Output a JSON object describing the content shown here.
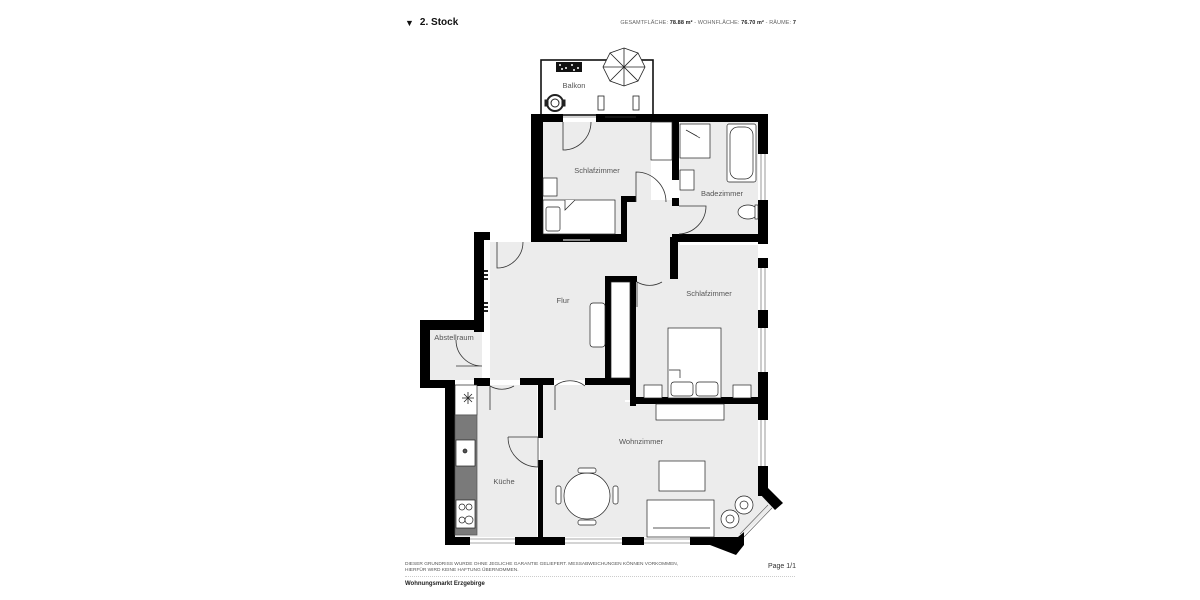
{
  "header": {
    "toggle_icon": "▼",
    "title": "2. Stock",
    "stats": {
      "total_area_label": "GESAMTFLÄCHE:",
      "total_area_value": "78.88 m²",
      "separator1": " - ",
      "living_area_label": "WOHNFLÄCHE:",
      "living_area_value": "76.70 m²",
      "separator2": " - ",
      "rooms_label": "RÄUME:",
      "rooms_value": "7"
    }
  },
  "floorplan": {
    "rooms": [
      {
        "id": "balkon",
        "label": "Balkon"
      },
      {
        "id": "schlafzimmer-1",
        "label": "Schlafzimmer"
      },
      {
        "id": "badezimmer",
        "label": "Badezimmer"
      },
      {
        "id": "flur",
        "label": "Flur"
      },
      {
        "id": "schlafzimmer-2",
        "label": "Schlafzimmer"
      },
      {
        "id": "abstellraum",
        "label": "Abstellraum"
      },
      {
        "id": "kueche",
        "label": "Küche"
      },
      {
        "id": "wohnzimmer",
        "label": "Wohnzimmer"
      }
    ],
    "colors": {
      "wall": "#000000",
      "floor": "#ececec",
      "furniture": "#ffffff",
      "counter": "#7a7a7a",
      "label": "#555555"
    }
  },
  "footer": {
    "disclaimer_line1": "Dieser Grundriss wurde ohne jegliche Garantie geliefert. Messabweichungen können vorkommen,",
    "disclaimer_line2": "hierfür wird keine Haftung übernommen.",
    "page": "Page 1/1",
    "company": "Wohnungsmarkt Erzgebirge"
  }
}
